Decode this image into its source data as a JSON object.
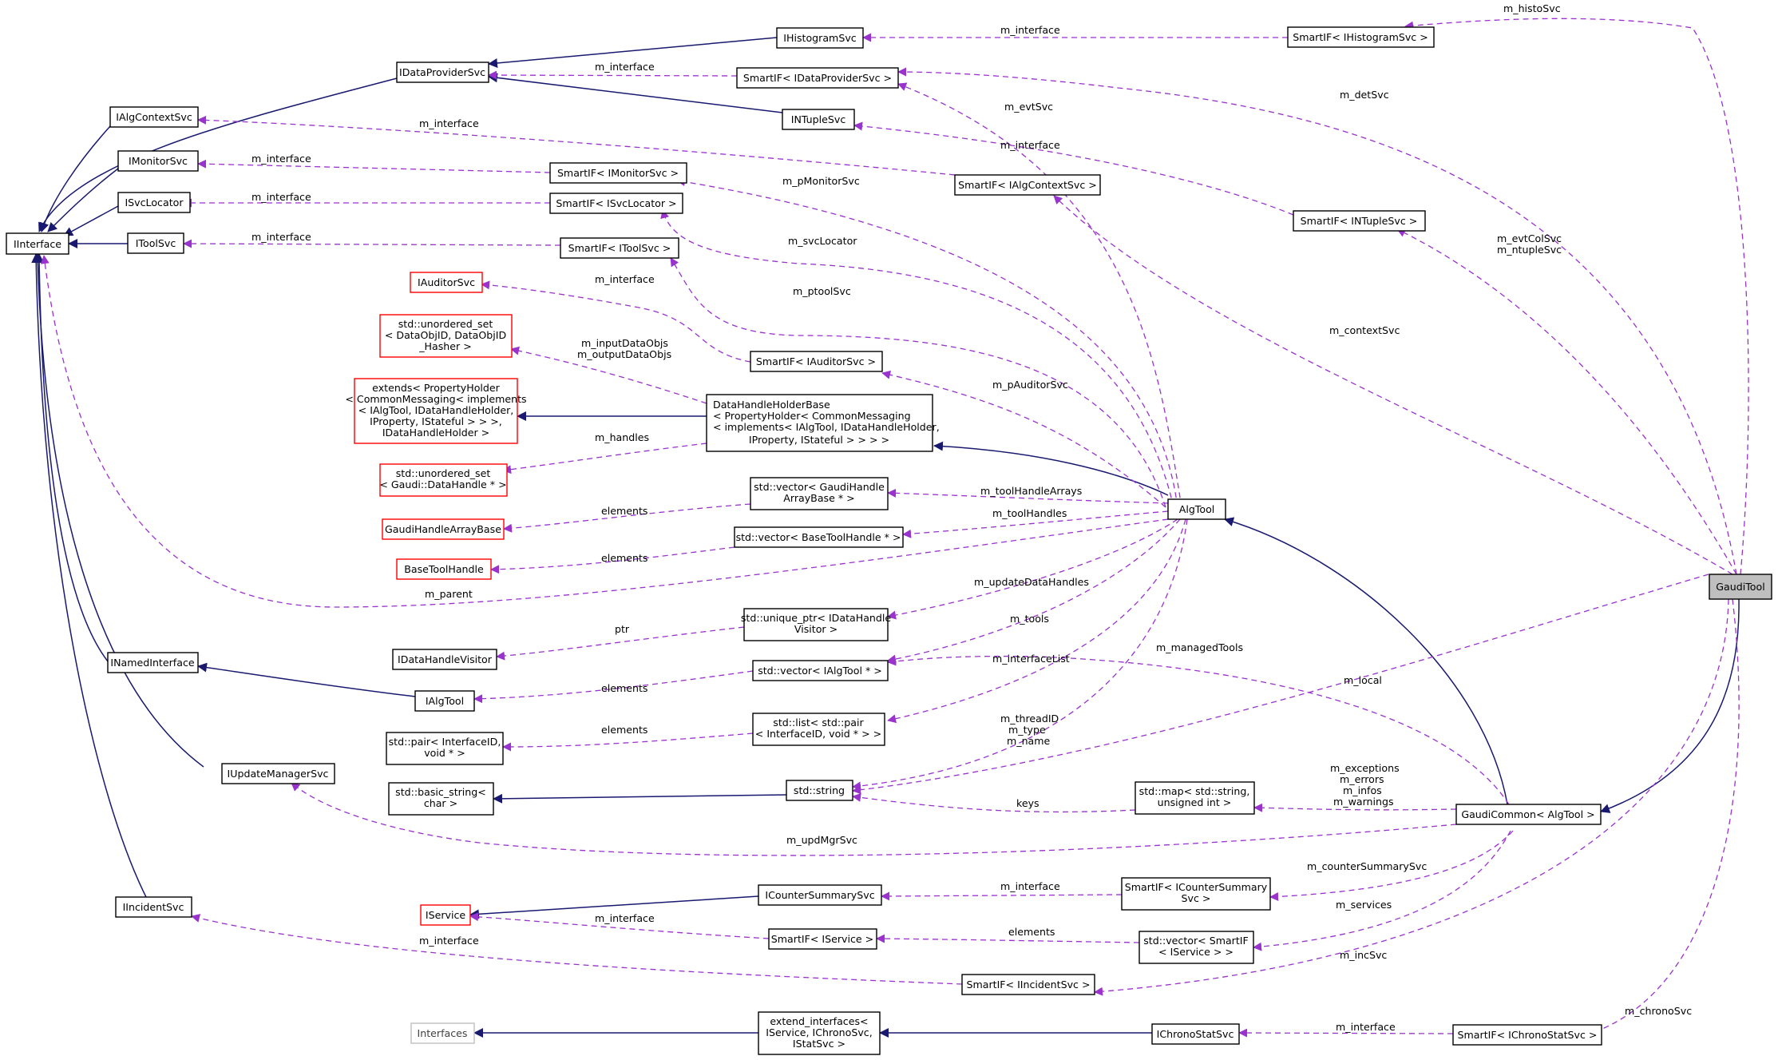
{
  "nodes": {
    "GaudiTool": "GaudiTool",
    "GaudiCommon": "GaudiCommon< AlgTool >",
    "AlgTool": "AlgTool",
    "IInterface": "IInterface",
    "IDataProviderSvc": "IDataProviderSvc",
    "IHistogramSvc": "IHistogramSvc",
    "INTupleSvc": "INTupleSvc",
    "IAlgContextSvc": "IAlgContextSvc",
    "IMonitorSvc": "IMonitorSvc",
    "ISvcLocator": "ISvcLocator",
    "IToolSvc": "IToolSvc",
    "IAuditorSvc": "IAuditorSvc",
    "SmartIF_IHistogramSvc": "SmartIF< IHistogramSvc >",
    "SmartIF_IDataProviderSvc": "SmartIF< IDataProviderSvc >",
    "SmartIF_IMonitorSvc": "SmartIF< IMonitorSvc >",
    "SmartIF_ISvcLocator": "SmartIF< ISvcLocator >",
    "SmartIF_IToolSvc": "SmartIF< IToolSvc >",
    "SmartIF_IAlgContextSvc": "SmartIF< IAlgContextSvc >",
    "SmartIF_INTupleSvc": "SmartIF< INTupleSvc >",
    "SmartIF_IAuditorSvc": "SmartIF< IAuditorSvc >",
    "unordered_set_DataObjID": [
      "std::unordered_set",
      "< DataObjID, DataObjID",
      "_Hasher >"
    ],
    "extends_PropertyHolder": [
      "extends< PropertyHolder",
      "< CommonMessaging< implements",
      "< IAlgTool, IDataHandleHolder,",
      "IProperty, IStateful > > >,",
      "IDataHandleHolder >"
    ],
    "DataHandleHolderBase": [
      "DataHandleHolderBase",
      "< PropertyHolder< CommonMessaging",
      "< implements< IAlgTool, IDataHandleHolder,",
      "IProperty, IStateful > > > >"
    ],
    "unordered_set_DataHandle": [
      "std::unordered_set",
      "< Gaudi::DataHandle * >"
    ],
    "GaudiHandleArrayBase": "GaudiHandleArrayBase",
    "vector_GaudiHandleArrayBase": [
      "std::vector< GaudiHandle",
      "ArrayBase * >"
    ],
    "BaseToolHandle": "BaseToolHandle",
    "vector_BaseToolHandle": "std::vector< BaseToolHandle * >",
    "IDataHandleVisitor": "IDataHandleVisitor",
    "unique_ptr_IDataHandleVisitor": [
      "std::unique_ptr< IDataHandle",
      "Visitor >"
    ],
    "INamedInterface": "INamedInterface",
    "IAlgTool": "IAlgTool",
    "vector_IAlgTool": "std::vector< IAlgTool * >",
    "pair_InterfaceID": [
      "std::pair< InterfaceID,",
      "void * >"
    ],
    "list_pair_InterfaceID": [
      "std::list< std::pair",
      "< InterfaceID, void * > >"
    ],
    "IUpdateManagerSvc": "IUpdateManagerSvc",
    "basic_string": [
      "std::basic_string<",
      "char >"
    ],
    "string": "std::string",
    "map_string_uint": [
      "std::map< std::string,",
      "unsigned int >"
    ],
    "IIncidentSvc": "IIncidentSvc",
    "IService": "IService",
    "ICounterSummarySvc": "ICounterSummarySvc",
    "SmartIF_ICounterSummarySvc": [
      "SmartIF< ICounterSummary",
      "Svc >"
    ],
    "SmartIF_IService": "SmartIF< IService >",
    "vector_SmartIF_IService": [
      "std::vector< SmartIF",
      "< IService > >"
    ],
    "SmartIF_IIncidentSvc": "SmartIF< IIncidentSvc >",
    "Interfaces": "Interfaces",
    "extend_interfaces": [
      "extend_interfaces<",
      "IService, IChronoSvc,",
      "IStatSvc >"
    ],
    "IChronoStatSvc": "IChronoStatSvc",
    "SmartIF_IChronoStatSvc": "SmartIF< IChronoStatSvc >"
  },
  "edge_labels": {
    "histoSvc": "m_histoSvc",
    "iface_hist": "m_interface",
    "iface_dp": "m_interface",
    "detSvc": "m_detSvc",
    "evtSvc": "m_evtSvc",
    "iface_algctx": "m_interface",
    "iface_ntuple": "m_interface",
    "iface_monitor": "m_interface",
    "pMonitorSvc": "m_pMonitorSvc",
    "iface_svcloc": "m_interface",
    "iface_toolsvc": "m_interface",
    "svcLocator": "m_svcLocator",
    "evtColSvc": [
      "m_evtColSvc",
      "m_ntupleSvc"
    ],
    "iface_auditor": "m_interface",
    "ptoolSvc": "m_ptoolSvc",
    "contextSvc": "m_contextSvc",
    "inputData": [
      "m_inputDataObjs",
      "m_outputDataObjs"
    ],
    "pAuditorSvc": "m_pAuditorSvc",
    "handles": "m_handles",
    "toolHandleArrays": "m_toolHandleArrays",
    "elements_gha": "elements",
    "toolHandles": "m_toolHandles",
    "elements_bth": "elements",
    "parent": "m_parent",
    "updateDataHandles": "m_updateDataHandles",
    "ptr": "ptr",
    "tools": "m_tools",
    "managedTools": "m_managedTools",
    "interfaceList": "m_interfaceList",
    "local": "m_local",
    "elements_ialg": "elements",
    "elements_pair": "elements",
    "threadID": [
      "m_threadID",
      "m_type",
      "m_name"
    ],
    "exceptions": [
      "m_exceptions",
      "m_errors",
      "m_infos",
      "m_warnings"
    ],
    "keys": "keys",
    "updMgrSvc": "m_updMgrSvc",
    "iface_counter": "m_interface",
    "counterSummarySvc": "m_counterSummarySvc",
    "iface_service": "m_interface",
    "services": "m_services",
    "elements_svc": "elements",
    "iface_incident": "m_interface",
    "incSvc": "m_incSvc",
    "iface_chrono": "m_interface",
    "chronoSvc": "m_chronoSvc"
  },
  "colors": {
    "inheritance": "#191970",
    "usage": "#9a32cd",
    "external_node_border": "#ff0000",
    "focus_node_fill": "#bfbfbf"
  }
}
